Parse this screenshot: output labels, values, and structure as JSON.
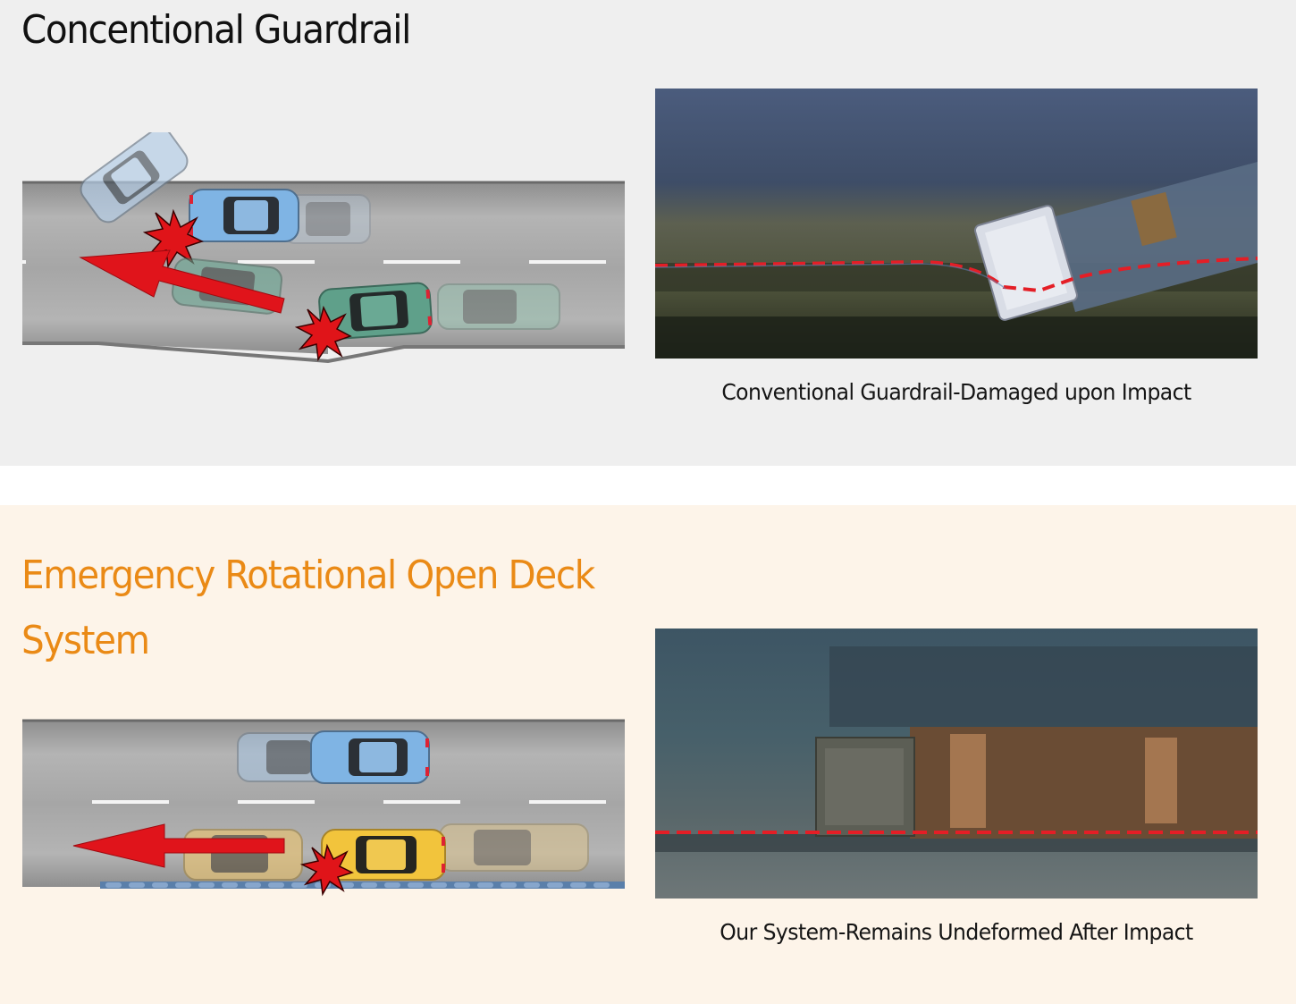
{
  "top": {
    "title": "Concentional Guardrail",
    "caption": "Conventional Guardrail-Damaged upon Impact"
  },
  "bottom": {
    "title": "Emergency Rotational Open Deck System",
    "caption": "Our System-Remains Undeformed After Impact"
  },
  "colors": {
    "top_background": "#efefef",
    "bottom_background": "#fdf4e9",
    "bottom_title": "#ea8a16",
    "arrow": "#e0141b",
    "impact_burst": "#e01419",
    "trajectory": "#e41e26"
  },
  "icons": [
    "impact-burst-icon",
    "direction-arrow-icon",
    "car-icon"
  ]
}
